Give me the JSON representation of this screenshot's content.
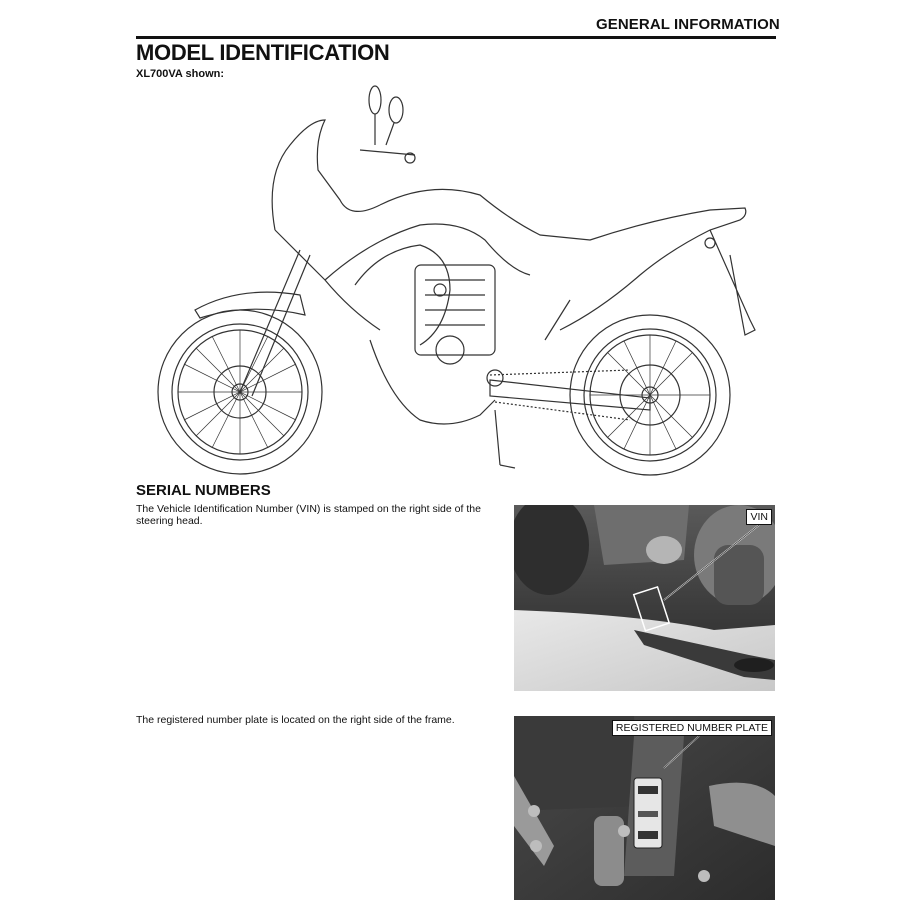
{
  "header": {
    "section": "GENERAL INFORMATION"
  },
  "model_identification": {
    "title": "MODEL IDENTIFICATION",
    "caption": "XL700VA shown:",
    "illustration": "motorcycle-line-drawing"
  },
  "serial_numbers": {
    "title": "SERIAL NUMBERS",
    "vin_text": "The Vehicle Identification Number (VIN) is stamped on the right side of the steering head.",
    "vin_photo_label": "VIN",
    "plate_text": "The registered number plate is located on the right side of the frame.",
    "plate_photo_label": "REGISTERED NUMBER PLATE"
  }
}
